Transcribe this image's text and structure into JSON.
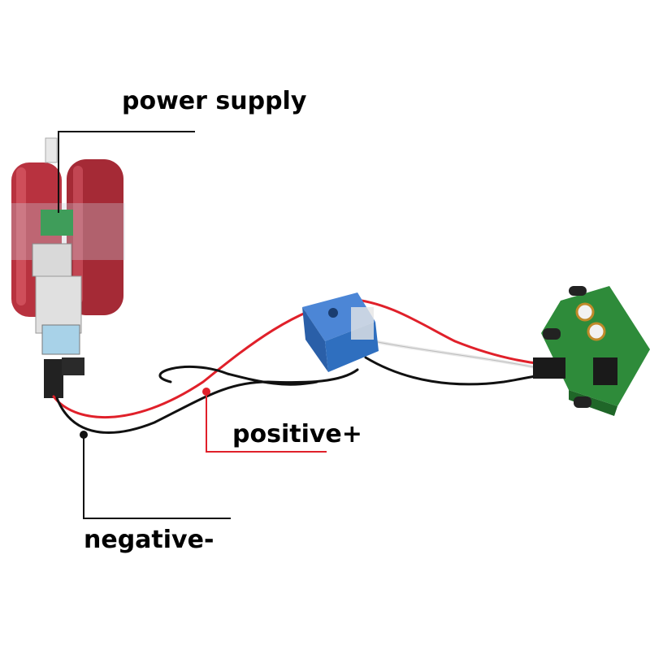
{
  "labels": {
    "power_supply": "power supply",
    "positive": "positive+",
    "negative": "negative-"
  },
  "colors": {
    "positive_wire": "#e0202a",
    "negative_wire": "#111111",
    "battery": "#b8323f",
    "relay": "#2f6fbf",
    "pcb": "#2e8b3a"
  }
}
